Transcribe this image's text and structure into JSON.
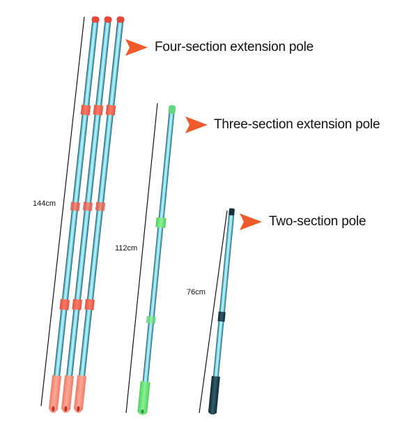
{
  "products": [
    {
      "id": "four-section",
      "title": "Four-section extension pole",
      "length_label": "144cm",
      "sections": 4,
      "joint_color": "#f0604a",
      "cap_color": "#e8483a",
      "grip_color": "#f48a78",
      "count_shown": 3
    },
    {
      "id": "three-section",
      "title": "Three-section extension pole",
      "length_label": "112cm",
      "sections": 3,
      "joint_color": "#5fe06a",
      "cap_color": "#66d47a",
      "grip_color": "#6ee07a",
      "count_shown": 1
    },
    {
      "id": "two-section",
      "title": "Two-section pole",
      "length_label": "76cm",
      "sections": 2,
      "joint_color": "#1c3a48",
      "cap_color": "#16303c",
      "grip_color": "#1f4a5a",
      "count_shown": 1
    }
  ],
  "colors": {
    "pole_body": "#6fd2e4",
    "pole_highlight": "#c8f3fb",
    "pole_shadow": "#1c4a57",
    "arrow": "#ee5a2a",
    "dimension_line": "#111111"
  }
}
